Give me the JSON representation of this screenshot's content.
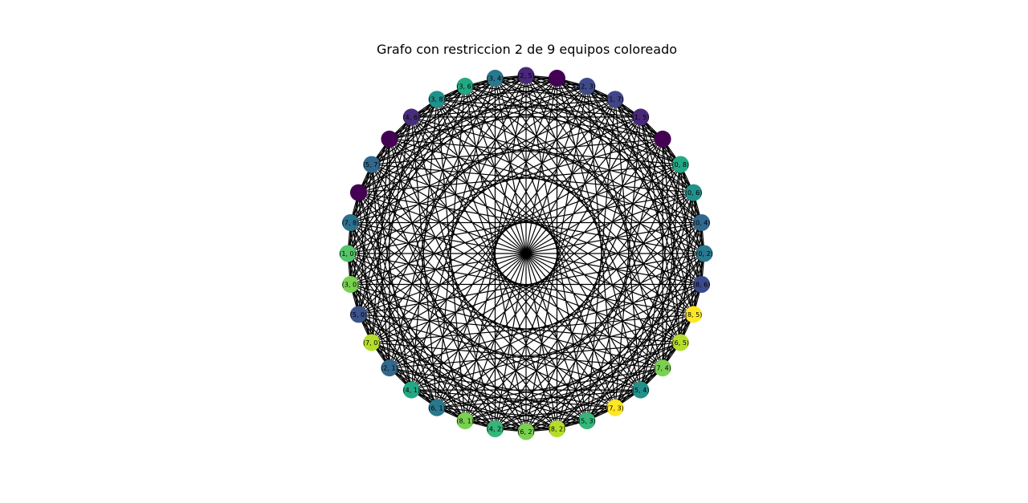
{
  "figure": {
    "title": "Grafo con restriccion 2 de 9 equipos coloreado"
  },
  "graph": {
    "edge_color": "#000000",
    "nodes": [
      {
        "label": "(8, 6)",
        "color": "#3a4a8c"
      },
      {
        "label": "(8, 5)",
        "color": "#fde725"
      },
      {
        "label": "(6, 5)",
        "color": "#b5de2b"
      },
      {
        "label": "(7, 4)",
        "color": "#7ad151"
      },
      {
        "label": "(5, 4)",
        "color": "#21918c"
      },
      {
        "label": "(7, 3)",
        "color": "#fde725"
      },
      {
        "label": "(5, 3)",
        "color": "#35b779"
      },
      {
        "label": "(8, 2)",
        "color": "#b5de2b"
      },
      {
        "label": "(6, 2)",
        "color": "#7ad151"
      },
      {
        "label": "(4, 2)",
        "color": "#35b779"
      },
      {
        "label": "(8, 1)",
        "color": "#7ad151"
      },
      {
        "label": "(6, 1)",
        "color": "#2a788e"
      },
      {
        "label": "(4, 1)",
        "color": "#22a884"
      },
      {
        "label": "(2, 1)",
        "color": "#31688e"
      },
      {
        "label": "(7, 0)",
        "color": "#b5de2b"
      },
      {
        "label": "(5, 0)",
        "color": "#3b528b"
      },
      {
        "label": "(3, 0)",
        "color": "#7ad151"
      },
      {
        "label": "(1, 0)",
        "color": "#54c568"
      },
      {
        "label": "(7, 8)",
        "color": "#2c728e"
      },
      {
        "label": "",
        "color": "#440154"
      },
      {
        "label": "(5, 7)",
        "color": "#31688e"
      },
      {
        "label": "",
        "color": "#440154"
      },
      {
        "label": "(4, 6)",
        "color": "#472d7b"
      },
      {
        "label": "(3, 8)",
        "color": "#21918c"
      },
      {
        "label": "(3, 6)",
        "color": "#22a884"
      },
      {
        "label": "(3, 4)",
        "color": "#2a788e"
      },
      {
        "label": "(2, 5)",
        "color": "#482878"
      },
      {
        "label": "",
        "color": "#440154"
      },
      {
        "label": "(2, 3)",
        "color": "#3e4a89"
      },
      {
        "label": "(1, 7)",
        "color": "#414487"
      },
      {
        "label": "(1, 5)",
        "color": "#482878"
      },
      {
        "label": "",
        "color": "#440154"
      },
      {
        "label": "(0, 8)",
        "color": "#22a884"
      },
      {
        "label": "(0, 6)",
        "color": "#21918c"
      },
      {
        "label": "(0, 4)",
        "color": "#31688e"
      },
      {
        "label": "(0, 2)",
        "color": "#2a788e"
      }
    ]
  }
}
